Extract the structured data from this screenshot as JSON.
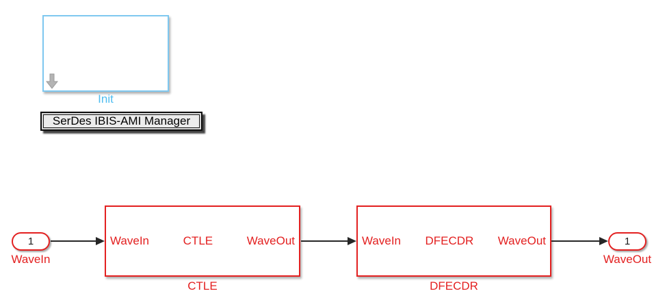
{
  "colors": {
    "red": "#e32020",
    "blue_border": "#7ec8f0",
    "blue_text": "#4fbdf0",
    "line": "#262626"
  },
  "init": {
    "label": "Init"
  },
  "button": {
    "label": "SerDes IBIS-AMI Manager"
  },
  "ports": {
    "in": {
      "number": "1",
      "label": "WaveIn"
    },
    "out": {
      "number": "1",
      "label": "WaveOut"
    }
  },
  "blocks": [
    {
      "left_port": "WaveIn",
      "center": "CTLE",
      "right_port": "WaveOut",
      "label": "CTLE"
    },
    {
      "left_port": "WaveIn",
      "center": "DFECDR",
      "right_port": "WaveOut",
      "label": "DFECDR"
    }
  ]
}
